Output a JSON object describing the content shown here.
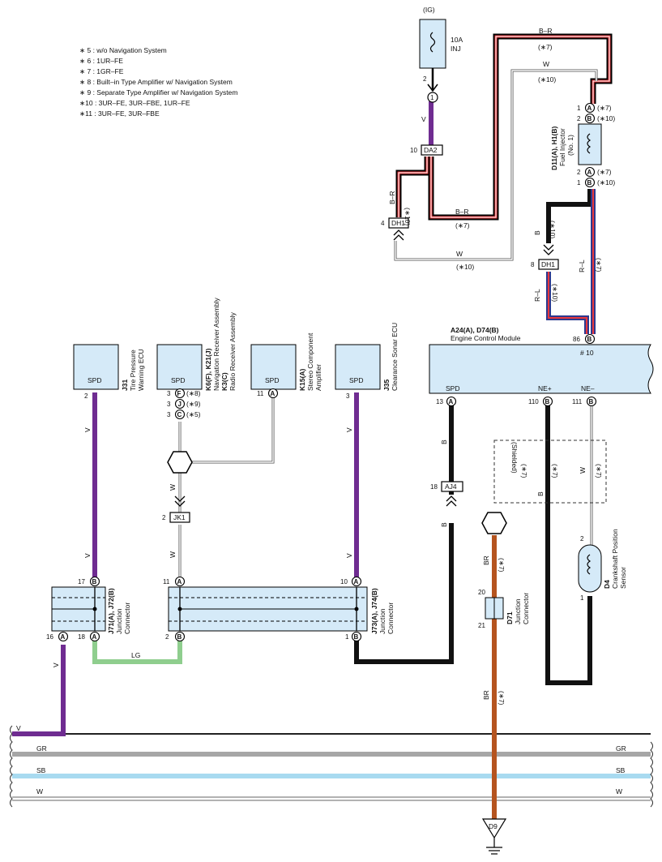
{
  "notes": [
    "∗ 5 : w/o Navigation System",
    "∗ 6 : 1UR–FE",
    "∗ 7 : 1GR–FE",
    "∗ 8 : Built–in Type Amplifier w/ Navigation System",
    "∗ 9 : Separate Type Amplifier w/ Navigation System",
    "∗10 : 3UR–FE,  3UR–FBE,  1UR–FE",
    "∗11 : 3UR–FE,  3UR–FBE"
  ],
  "power": {
    "source": "(IG)",
    "fuse_amp": "10A",
    "fuse_name": "INJ",
    "pin": "2",
    "circle": "1"
  },
  "connectors": {
    "da2": "DA2",
    "da2_pin": "10",
    "dh1": "DH1",
    "dh1_pin": "4",
    "dh1b": "DH1",
    "dh1b_pin": "8",
    "jk1": "JK1",
    "jk1_pin": "2",
    "aj4": "AJ4",
    "aj4_pin": "18",
    "d9": "D9"
  },
  "wires": {
    "v": "V",
    "br": "B–R",
    "w": "W",
    "b": "B",
    "rl": "R–L",
    "lg": "LG",
    "brn": "BR"
  },
  "tags": {
    "t7": "(∗7)",
    "t10": "(∗10)",
    "t8": "(∗8)",
    "t9": "(∗9)",
    "t5": "(∗5)",
    "shielded": "(Shielded)"
  },
  "injector": {
    "id": "D11(A), H1(B)",
    "name": "Fuel Injector",
    "sub": "(No. 1)",
    "pA1": "1",
    "pB2": "2",
    "pA2": "2",
    "pB1": "1",
    "a": "A",
    "b": "B"
  },
  "ecm": {
    "id": "A24(A), D74(B)",
    "name": "Engine Control Module",
    "pin86": "86",
    "hash": "# 10",
    "spd": "SPD",
    "nep": "NE+",
    "nem": "NE–",
    "p13": "13",
    "p110": "110",
    "p111": "111"
  },
  "devices": {
    "j31": {
      "id": "J31",
      "name1": "Tire Pressure",
      "name2": "Warning ECU",
      "term": "SPD",
      "pin": "2"
    },
    "k6": {
      "id": "K6(F), K21(J)",
      "name1": "Navigation Receiver Assembly",
      "id2": "K3(C)",
      "name2": "Radio Receiver Assembly",
      "term": "SPD",
      "pin": "3",
      "f": "F",
      "j": "J",
      "c": "C"
    },
    "k15": {
      "id": "K15(A)",
      "name1": "Stereo Component",
      "name2": "Amplifier",
      "term": "SPD",
      "pin": "11",
      "a": "A"
    },
    "j35": {
      "id": "J35",
      "name1": "Clearance Sonar ECU",
      "term": "SPD",
      "pin": "3"
    },
    "d4": {
      "id": "D4",
      "name1": "Crankshaft Position",
      "name2": "Sensor",
      "p2": "2",
      "p1": "1"
    }
  },
  "jc": {
    "j71": {
      "id": "J71(A), J72(B)",
      "name1": "Junction",
      "name2": "Connector",
      "p17": "17",
      "p16": "16",
      "p18": "18"
    },
    "j73": {
      "id": "J73(A), J74(B)",
      "name1": "Junction",
      "name2": "Connector",
      "p11": "11",
      "p10": "10",
      "p2": "2",
      "p1": "1"
    },
    "d71": {
      "id": "D71",
      "name1": "Junction",
      "name2": "Connector",
      "p20": "20",
      "p21": "21"
    }
  },
  "bus": {
    "gr": "GR",
    "sb": "SB",
    "w": "W",
    "v": "V"
  }
}
